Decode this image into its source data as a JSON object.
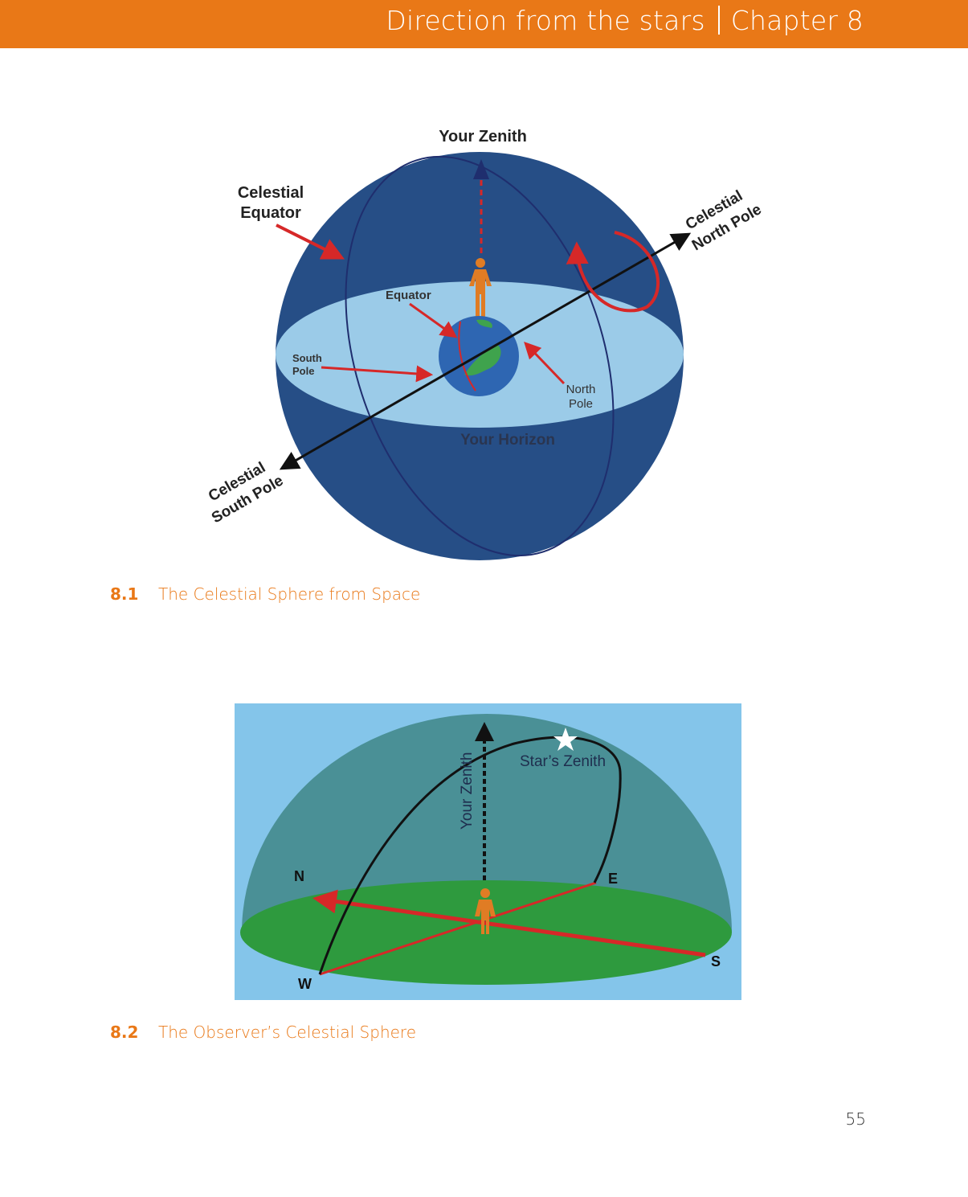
{
  "header": {
    "section_title": "Direction from the stars",
    "chapter_label": "Chapter 8"
  },
  "figure1": {
    "labels": {
      "zenith": "Your Zenith",
      "celestial_equator_line1": "Celestial",
      "celestial_equator_line2": "Equator",
      "north_pole_line1": "Celestial",
      "north_pole_line2": "North Pole",
      "south_pole_line1": "Celestial",
      "south_pole_line2": "South Pole",
      "equator": "Equator",
      "earth_south_line1": "South",
      "earth_south_line2": "Pole",
      "earth_north_line1": "North",
      "earth_north_line2": "Pole",
      "horizon": "Your Horizon"
    },
    "caption_number": "8.1",
    "caption_text": "The Celestial Sphere from Space"
  },
  "figure2": {
    "labels": {
      "your_zenith": "Your Zenith",
      "stars_zenith": "Star’s Zenith",
      "north": "N",
      "east": "E",
      "south": "S",
      "west": "W"
    },
    "caption_number": "8.2",
    "caption_text": "The Observer’s Celestial Sphere"
  },
  "page_number": "55",
  "colors": {
    "accent": "#E97817",
    "sphere_blue": "#264E86",
    "horizon_light_blue": "#9BCBE8",
    "sky_blue": "#84C5EA",
    "dome_teal": "#4A9096",
    "ground_green": "#2E9A3E",
    "arrow_red": "#D62828"
  }
}
